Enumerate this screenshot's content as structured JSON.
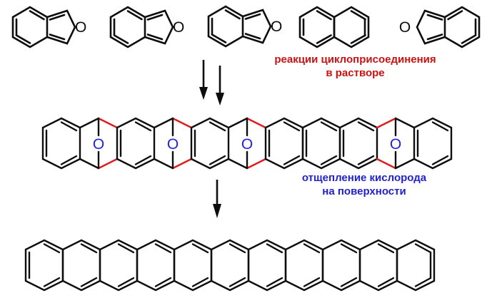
{
  "diagram": {
    "title": "Synthesis of long acenes via cycloaddition and oxygen elimination",
    "colors": {
      "bond_black": "#0d0d0d",
      "bond_red": "#e01b1b",
      "oxygen_blue": "#2222dd",
      "caption_red": "#cc1111",
      "caption_blue": "#2222cc",
      "background": "#ffffff"
    }
  },
  "captions": {
    "red": {
      "line1": "реакции циклоприсоединения",
      "line2": "в растворе"
    },
    "blue": {
      "line1": "отщепление кислорода",
      "line2": "на поверхности"
    }
  },
  "row_reactants": {
    "label": "starting materials row",
    "molecules": [
      {
        "name": "isobenzofuran",
        "atom_label": "O",
        "o_side": "right",
        "rings": 2
      },
      {
        "name": "isobenzofuran",
        "atom_label": "O",
        "o_side": "right",
        "rings": 2
      },
      {
        "name": "isobenzofuran",
        "atom_label": "O",
        "o_side": "right",
        "rings": 2
      },
      {
        "name": "naphthalene",
        "atom_label": "",
        "o_side": "none",
        "rings": 2
      },
      {
        "name": "isobenzofuran",
        "atom_label": "O",
        "o_side": "left",
        "rings": 2
      }
    ]
  },
  "row_intermediate": {
    "label": "tetraepoxy acene intermediate",
    "ring_count": 11,
    "oxygen_bridges": 4,
    "oxygen_labels": [
      "O",
      "O",
      "O",
      "O"
    ],
    "bridge_bond_color": "#e01b1b"
  },
  "row_product": {
    "label": "linear polyacene product",
    "ring_count": 11,
    "oxygen_bridges": 0
  },
  "arrows": {
    "stage1": {
      "count": 2,
      "direction": "down"
    },
    "stage2": {
      "count": 1,
      "direction": "down"
    }
  }
}
